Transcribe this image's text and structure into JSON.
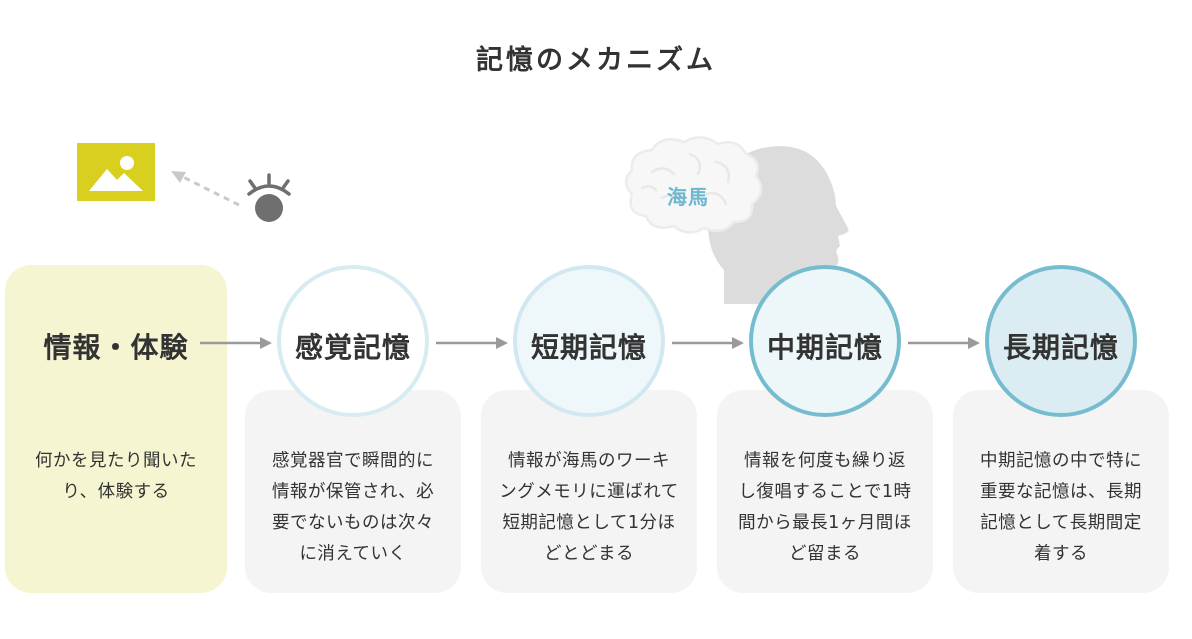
{
  "title": "記憶のメカニズム",
  "hippocampus_label": "海馬",
  "colors": {
    "input_card": "#f6f5d2",
    "desc_card": "#f4f4f4",
    "arrow": "#9a9a9a",
    "photo_icon": "#d8cf1e",
    "hippocampus": "#6fb7cd"
  },
  "icons": [
    "image-icon",
    "eye-icon",
    "brain-head-icon"
  ],
  "input": {
    "label": "情報・体験",
    "desc_lines": [
      "何かを見たり聞いた",
      "り、体験する"
    ]
  },
  "stages": [
    {
      "label": "感覚記憶",
      "circle_fill": "#ffffff",
      "circle_border": "#d7ebf2",
      "desc_lines": [
        "感覚器官で瞬間的に",
        "情報が保管され、必",
        "要でないものは次々",
        "に消えていく"
      ]
    },
    {
      "label": "短期記憶",
      "circle_fill": "#eef7fa",
      "circle_border": "#d2e8f0",
      "desc_lines": [
        "情報が海馬のワーキ",
        "ングメモリに運ばれて",
        "短期記憶として1分ほ",
        "どとどまる"
      ]
    },
    {
      "label": "中期記憶",
      "circle_fill": "#edf6f9",
      "circle_border": "#76bccf",
      "desc_lines": [
        "情報を何度も繰り返",
        "し復唱することで1時",
        "間から最長1ヶ月間ほ",
        "ど留まる"
      ]
    },
    {
      "label": "長期記憶",
      "circle_fill": "#dcecf3",
      "circle_border": "#76bccf",
      "desc_lines": [
        "中期記憶の中で特に",
        "重要な記憶は、長期",
        "記憶として長期間定",
        "着する"
      ]
    }
  ]
}
